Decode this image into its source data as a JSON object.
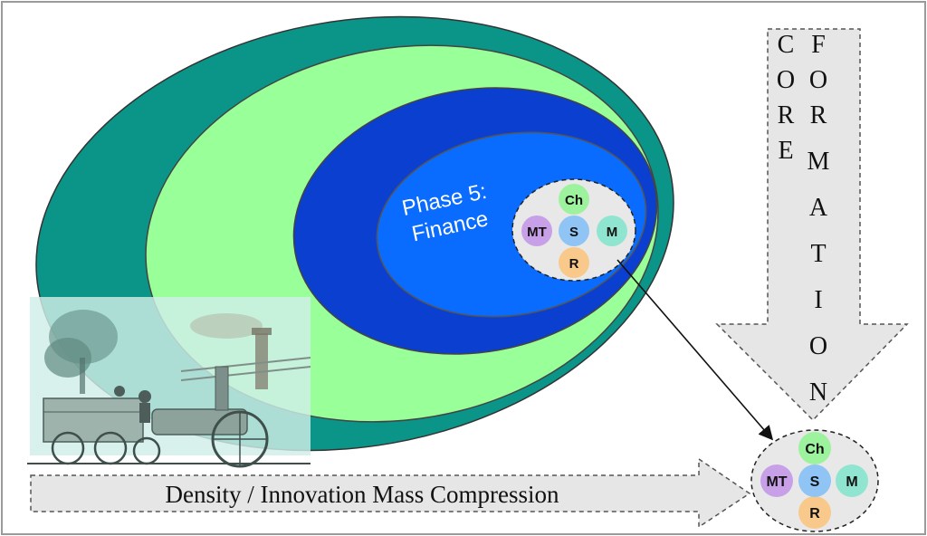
{
  "phase_label": {
    "line1": "Phase 5:",
    "line2": "Finance"
  },
  "core_formation": {
    "column1": [
      "C",
      "O",
      "R",
      "E"
    ],
    "column2": [
      "F",
      "O",
      "R",
      "M",
      "A",
      "T",
      "I",
      "O",
      "N"
    ]
  },
  "bottom_arrow_label": "Density / Innovation Mass Compression",
  "cluster_inner": {
    "top": "Ch",
    "left": "MT",
    "center": "S",
    "right": "M",
    "bottom": "R"
  },
  "cluster_outer": {
    "top": "Ch",
    "left": "MT",
    "center": "S",
    "right": "M",
    "bottom": "R"
  },
  "colors": {
    "ring_outer": "#0b9488",
    "ring_light": "#99ff99",
    "ring_darkblue": "#0a3fd0",
    "ring_inner": "#0a6bff",
    "circle_ch": "#9df29d",
    "circle_mt": "#c8a0e8",
    "circle_s": "#8fc4f5",
    "circle_m": "#8fe5cf",
    "circle_r": "#f8c98a",
    "arrow_fill": "#e6e6e6"
  }
}
